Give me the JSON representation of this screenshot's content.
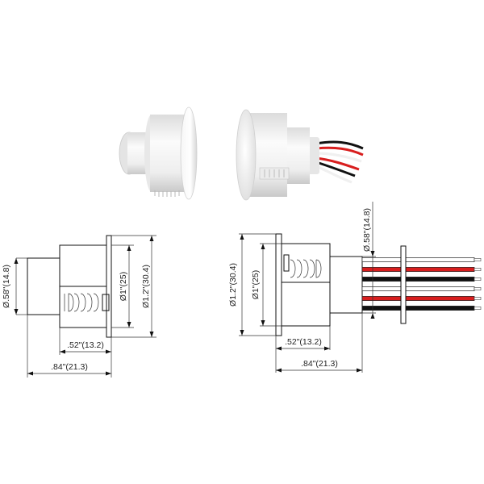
{
  "left_view": {
    "dim_diameter_small": "Ø.58\"(14.8)",
    "dim_diameter_mid": "Ø1\"(25)",
    "dim_diameter_flange": "Ø1.2\"(30.4)",
    "dim_length_body": ".52\"(13.2)",
    "dim_length_total": ".84\"(21.3)"
  },
  "right_view": {
    "dim_diameter_small": "Ø.58\"(14.8)",
    "dim_diameter_mid": "Ø1\"(25)",
    "dim_diameter_flange": "Ø1.2\"(30.4)",
    "dim_length_body": ".52\"(13.2)",
    "dim_length_total": ".84\"(21.3)"
  },
  "wire_colors": [
    "#ffffff",
    "#d81e1e",
    "#111111",
    "#ffffff",
    "#d81e1e",
    "#111111"
  ]
}
